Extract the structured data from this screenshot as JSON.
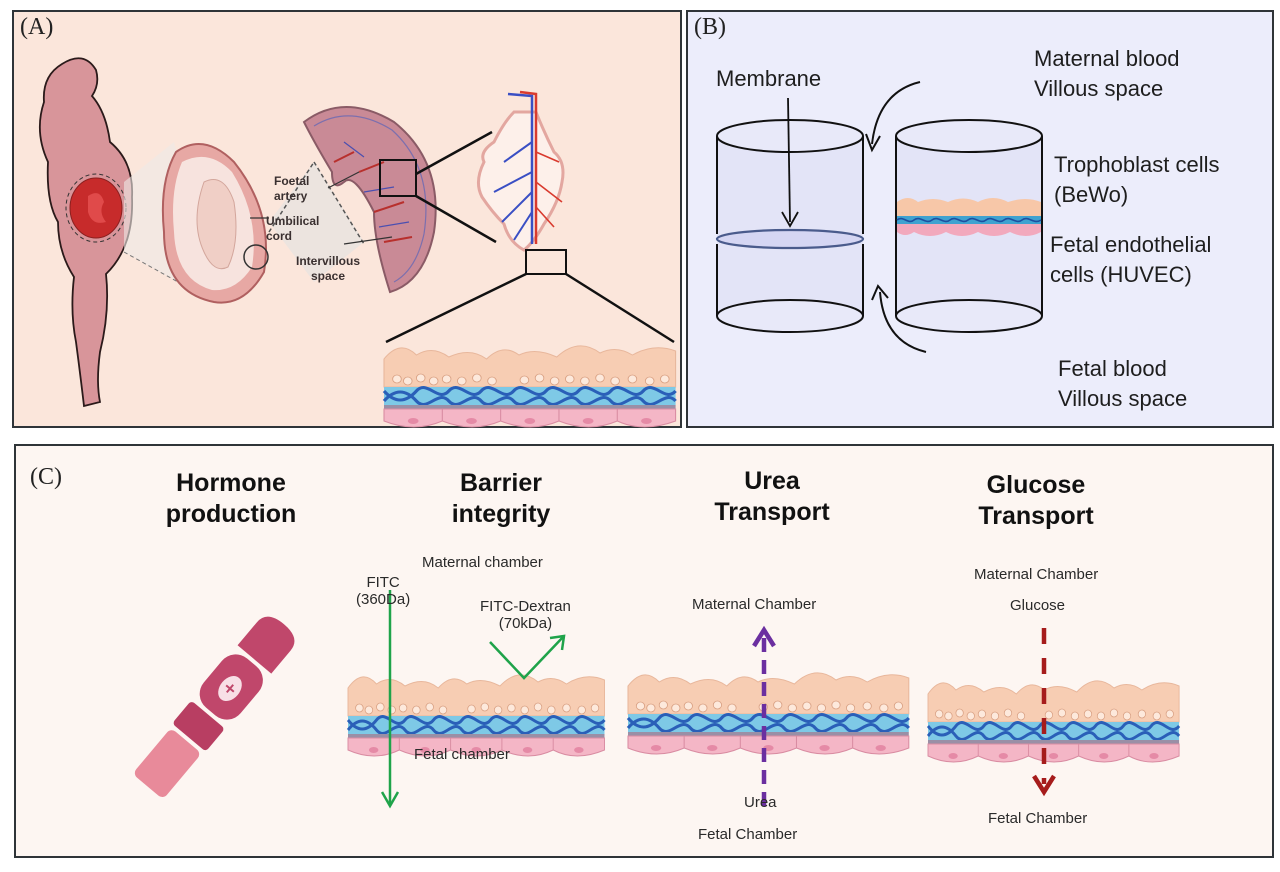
{
  "panels": {
    "a": {
      "label": "(A)",
      "annotations": {
        "foetal_artery": [
          "Foetal",
          "artery"
        ],
        "umbilical_cord": [
          "Umbilical",
          "cord"
        ],
        "intervillous_space": [
          "Intervillous",
          "space"
        ]
      }
    },
    "b": {
      "label": "(B)",
      "membrane": "Membrane",
      "maternal_blood": [
        "Maternal blood",
        "Villous space"
      ],
      "trophoblast": [
        "Trophoblast cells",
        "(BeWo)"
      ],
      "endothelial": [
        "Fetal endothelial",
        "cells (HUVEC)"
      ],
      "fetal_blood": [
        "Fetal blood",
        "Villous space"
      ]
    },
    "c": {
      "label": "(C)",
      "sections": [
        {
          "title": [
            "Hormone",
            "production"
          ]
        },
        {
          "title": [
            "Barrier",
            "integrity"
          ],
          "maternal": "Maternal chamber",
          "fitc": [
            "FITC",
            "(360Da)"
          ],
          "dextran": [
            "FITC-Dextran",
            "(70kDa)"
          ],
          "fetal": "Fetal chamber"
        },
        {
          "title": [
            "Urea",
            "Transport"
          ],
          "maternal": "Maternal  Chamber",
          "solute": "Urea",
          "fetal": "Fetal  Chamber"
        },
        {
          "title": [
            "Glucose",
            "Transport"
          ],
          "maternal": "Maternal Chamber",
          "solute": "Glucose",
          "fetal": "Fetal Chamber"
        }
      ]
    }
  },
  "colors": {
    "panel_a_bg": "#fbe6db",
    "panel_b_bg": "#ecedfb",
    "panel_c_bg": "#fdf6f2",
    "barrier_arrow": "#1fa34a",
    "urea_arrow": "#6b2fa0",
    "glucose_arrow": "#a61c1c",
    "artery": "#d93a2e",
    "vein": "#3a4fc4"
  }
}
